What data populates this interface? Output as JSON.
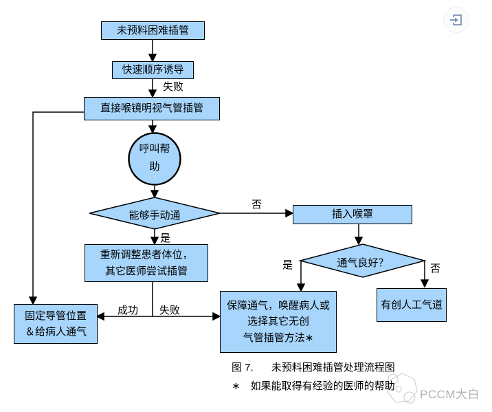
{
  "colors": {
    "node_fill": "#a7d5fc",
    "node_border": "#000000",
    "watermark_gray": "#b2b2b2",
    "icon_blue": "#7b8fb7"
  },
  "nodes": {
    "start": {
      "label": "未预料困难插管"
    },
    "rsi": {
      "label": "快速顺序诱导"
    },
    "laryngoscopy": {
      "label": "直接喉镜明视气管插管"
    },
    "call_help": {
      "lines": [
        "呼叫帮",
        "助"
      ]
    },
    "manual_vent": {
      "label": "能够手动通"
    },
    "reposition": {
      "lines": [
        "重新调整患者体位，",
        "其它医师尝试插管"
      ]
    },
    "secure_tube": {
      "lines": [
        "固定导管位置",
        "＆给病人通气"
      ]
    },
    "insert_lma": {
      "label": "插入喉罩"
    },
    "vent_good": {
      "label": "通气良好？"
    },
    "sustain": {
      "lines": [
        "保障通气，唤醒病人或",
        "选择其它无创",
        "气管插管方法∗"
      ]
    },
    "invasive": {
      "label": "有创人工气道"
    }
  },
  "edge_labels": {
    "fail1": "失败",
    "no1": "否",
    "yes1": "是",
    "success": "成功",
    "fail2": "失败",
    "yes2": "是",
    "no2": "否"
  },
  "caption": {
    "figure_no": "图 7.",
    "title": "未预料困难插管处理流程图",
    "footnote_marker": "∗",
    "footnote": "如果能取得有经验的医师的帮助"
  },
  "watermark": {
    "text": "PCCM大白"
  }
}
